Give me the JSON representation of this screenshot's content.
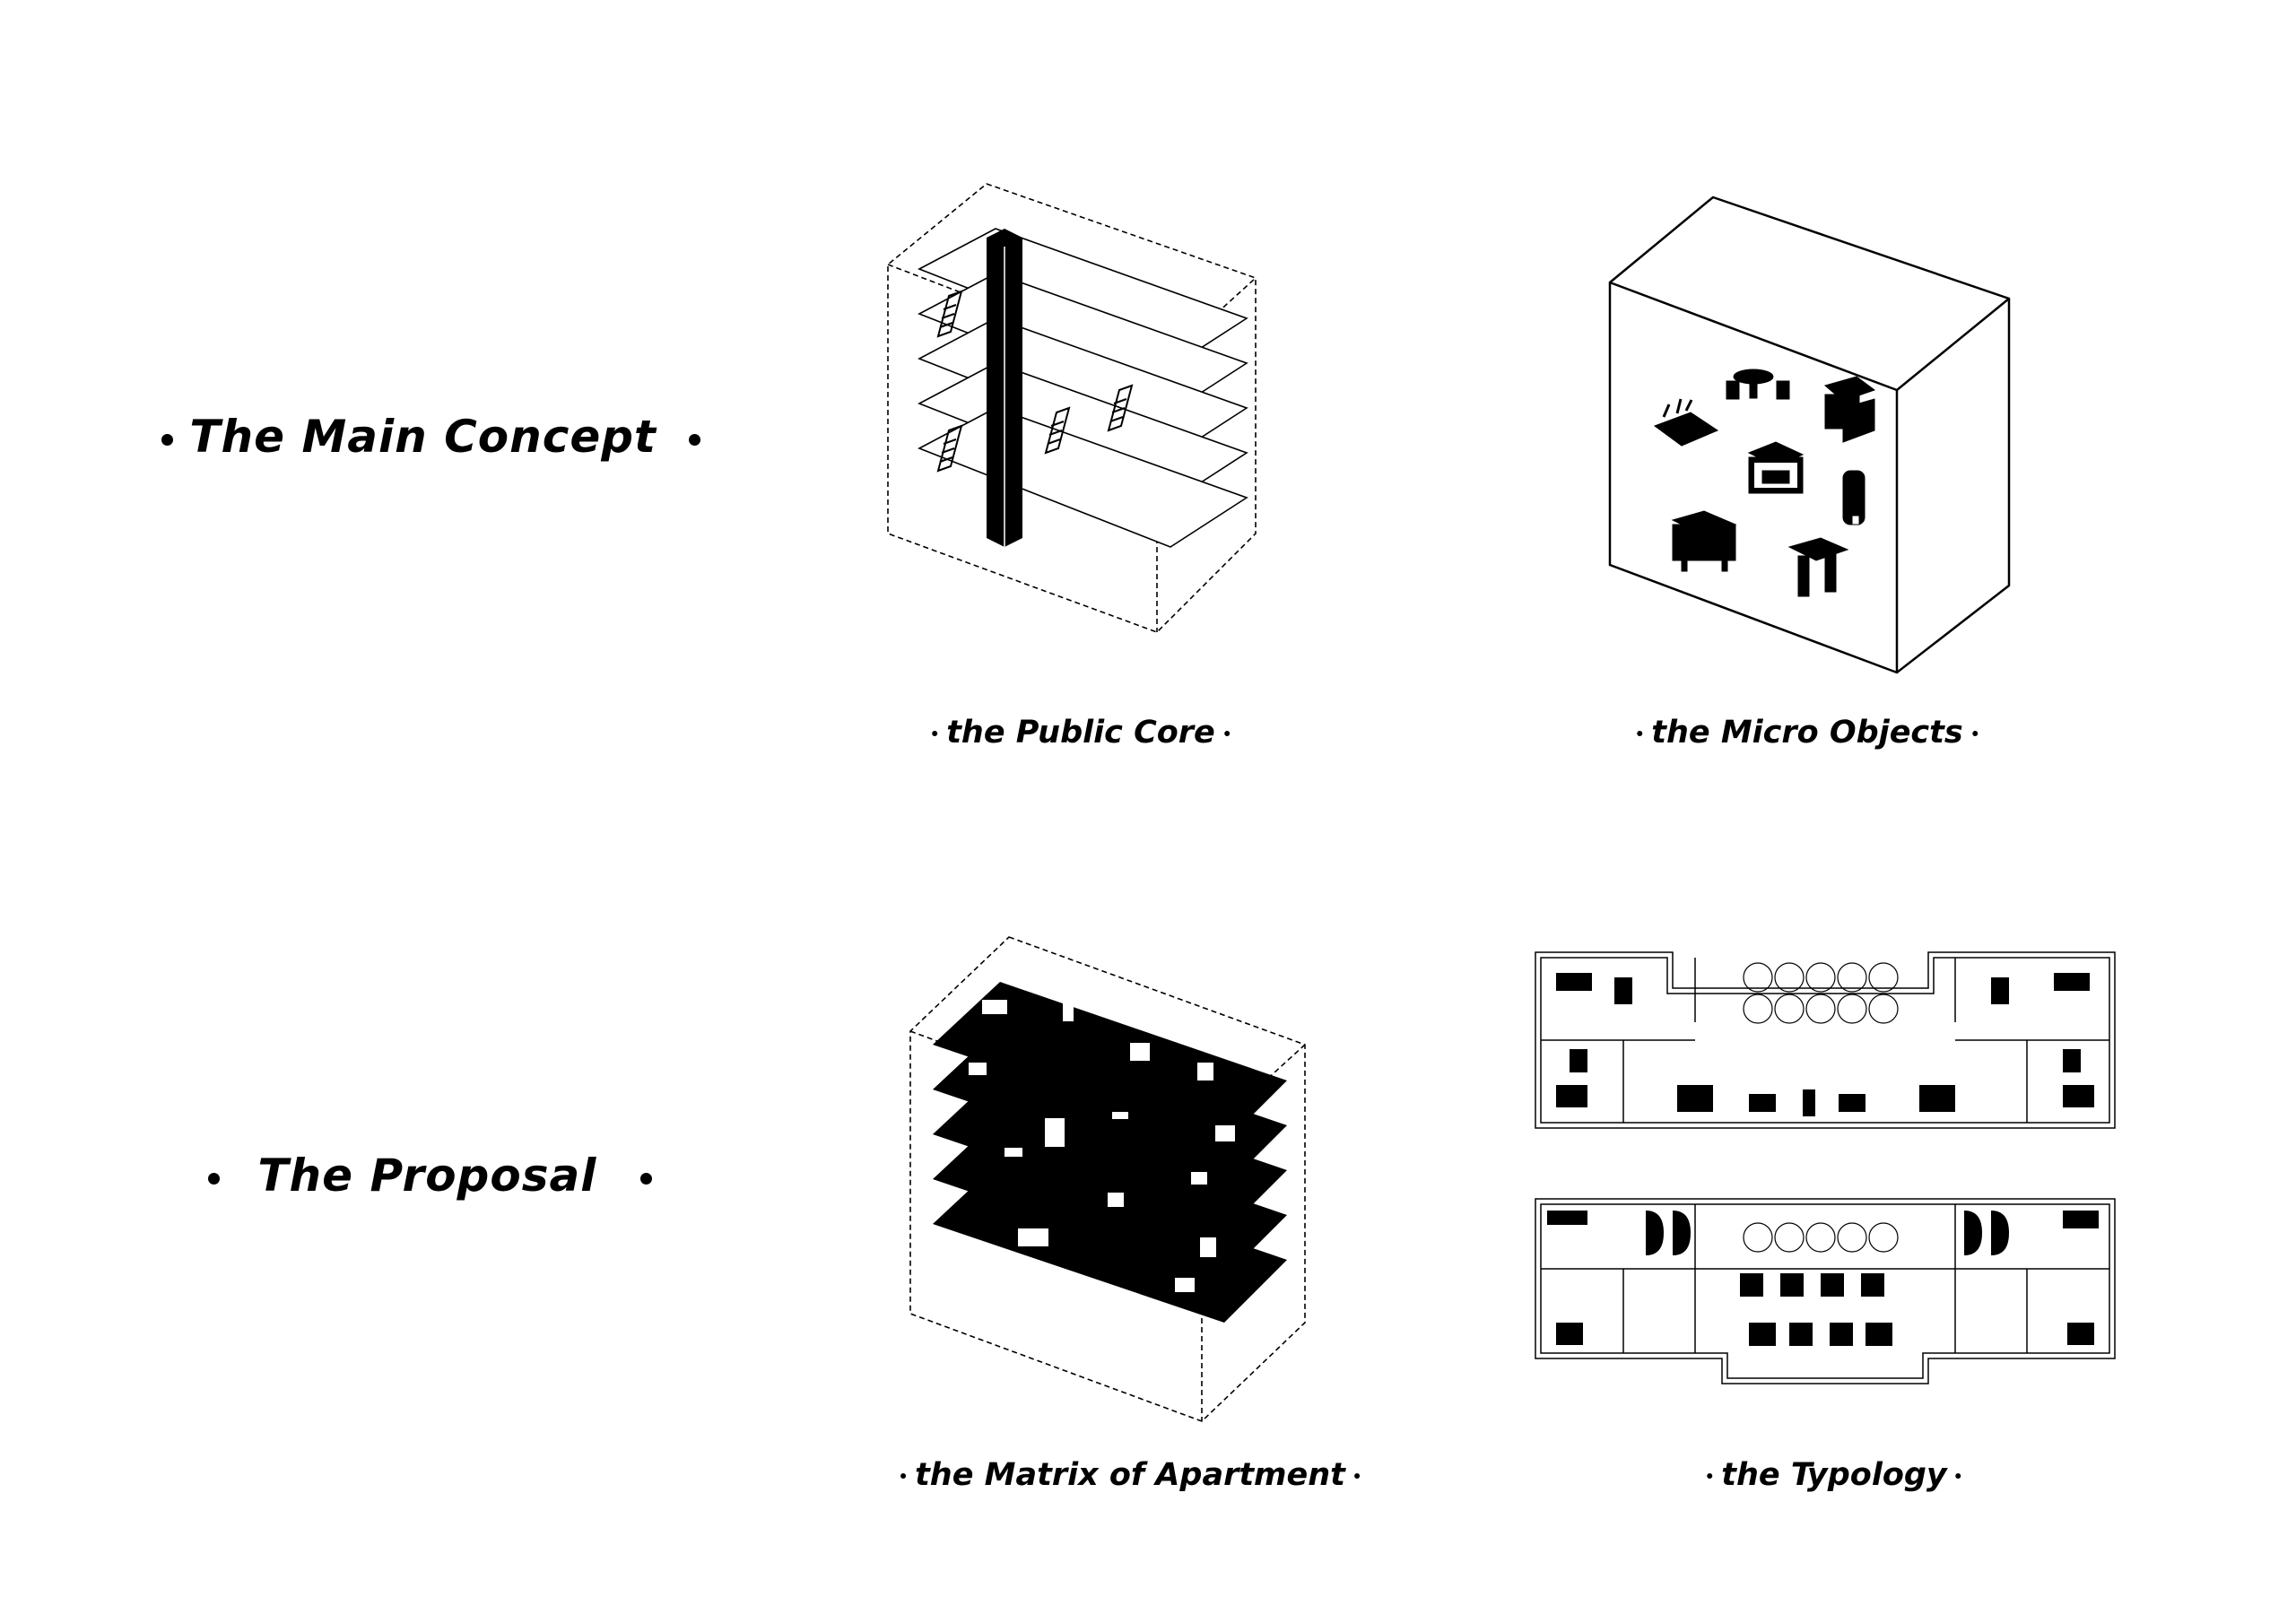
{
  "sections": [
    {
      "heading": "The Main Concept"
    },
    {
      "heading": "The Proposal"
    }
  ],
  "figures": [
    {
      "caption": "the Public Core"
    },
    {
      "caption": "the Micro Objects"
    },
    {
      "caption": "the Matrix of Apartment"
    },
    {
      "caption": "the Typology"
    }
  ]
}
